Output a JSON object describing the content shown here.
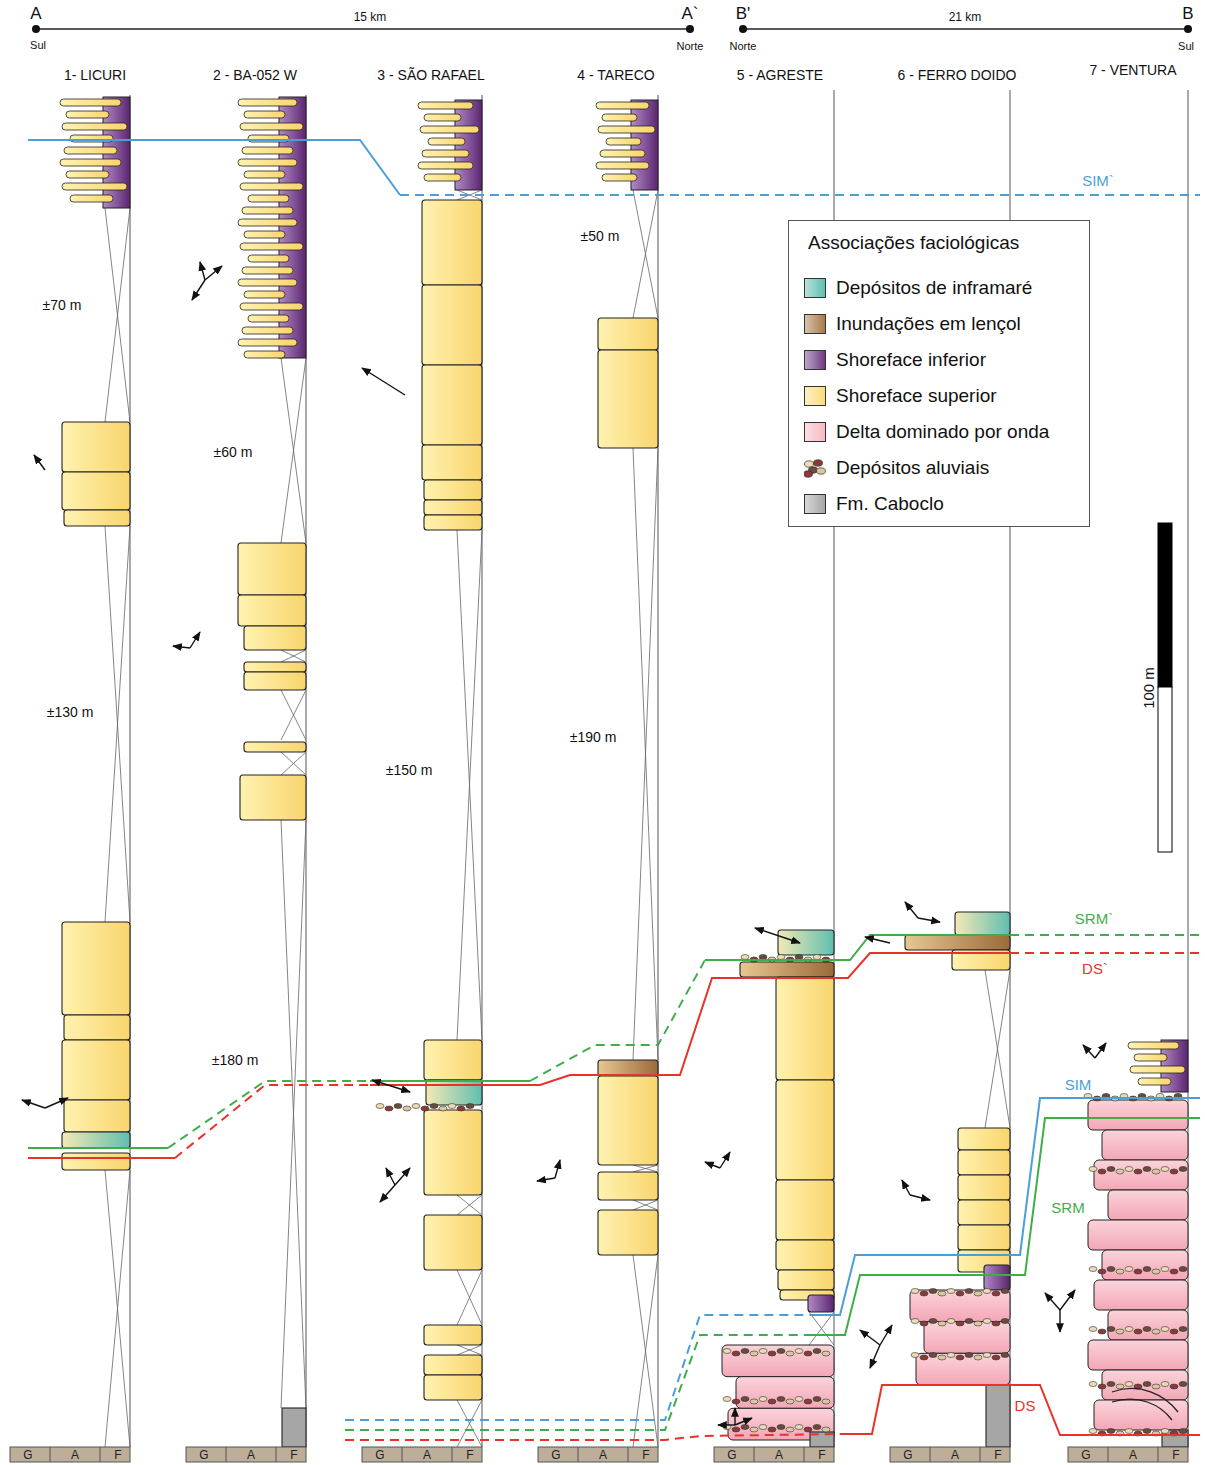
{
  "diagram": {
    "labels": [
      "A",
      "15 km",
      "A`",
      "Sul",
      "Norte",
      "B'",
      "21 km",
      "B",
      "Norte",
      "Sul",
      "1- LICURI",
      "2 - BA-052 W",
      "3 - SÃO RAFAEL",
      "4 - TARECO",
      "5 - AGRESTE",
      "6 - FERRO DOIDO",
      "7 - VENTURA",
      "SIM`",
      "±70 m",
      "±60 m",
      "±50 m",
      "±130 m",
      "±150 m",
      "±190 m",
      "±180 m",
      "SRM`",
      "DS`",
      "SIM",
      "SRM",
      "DS",
      "100 m",
      "Associações faciológicas",
      "G",
      "A",
      "F",
      "G",
      "A",
      "F",
      "G",
      "A",
      "F",
      "G",
      "A",
      "F",
      "G",
      "A",
      "F",
      "G",
      "A",
      "F",
      "G",
      "A",
      "F"
    ],
    "legend": [
      {
        "text": "Depósitos de inframaré",
        "color": "#5fbfb0"
      },
      {
        "text": "Inundações em lençol",
        "color": "#a87a4a"
      },
      {
        "text": "Shoreface inferior",
        "color": "#6f3a86"
      },
      {
        "text": "Shoreface superior",
        "color": "#fbdc7a"
      },
      {
        "text": "Delta dominado por onda",
        "color": "#f7b8c4"
      },
      {
        "text": "Depósitos aluviais"
      },
      {
        "text": "Fm. Caboclo",
        "color": "#a6a6a6"
      }
    ]
  }
}
